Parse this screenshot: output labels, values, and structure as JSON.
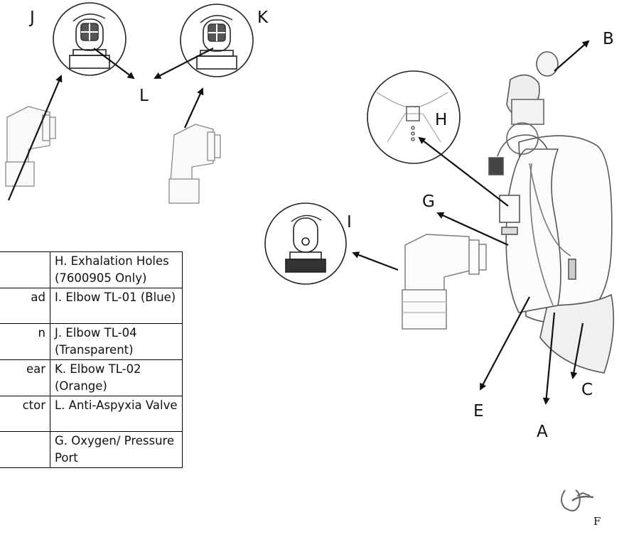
{
  "callouts": {
    "a": "A",
    "b": "B",
    "c": "C",
    "e": "E",
    "f": "F",
    "g": "G",
    "h": "H",
    "i": "I",
    "j": "J",
    "k": "K",
    "l": "L"
  },
  "legend": {
    "rows": [
      {
        "left": "",
        "right_line1": "H. Exhalation Holes",
        "right_line2": "(7600905 Only)"
      },
      {
        "left": "ad",
        "right_line1": "I. Elbow TL-01 (Blue)",
        "right_line2": ""
      },
      {
        "left": "n",
        "right_line1": "J. Elbow TL-04",
        "right_line2": "(Transparent)"
      },
      {
        "left": "ear",
        "right_line1": "K. Elbow TL-02",
        "right_line2": "(Orange)"
      },
      {
        "left": "ctor",
        "right_line1": "L. Anti-Aspyxia Valve",
        "right_line2": ""
      },
      {
        "left": "",
        "right_line1": "G. Oxygen/ Pressure",
        "right_line2": "Port"
      }
    ]
  },
  "colors": {
    "line": "#1a1a1a",
    "drawing": "#555555",
    "background": "#ffffff"
  }
}
